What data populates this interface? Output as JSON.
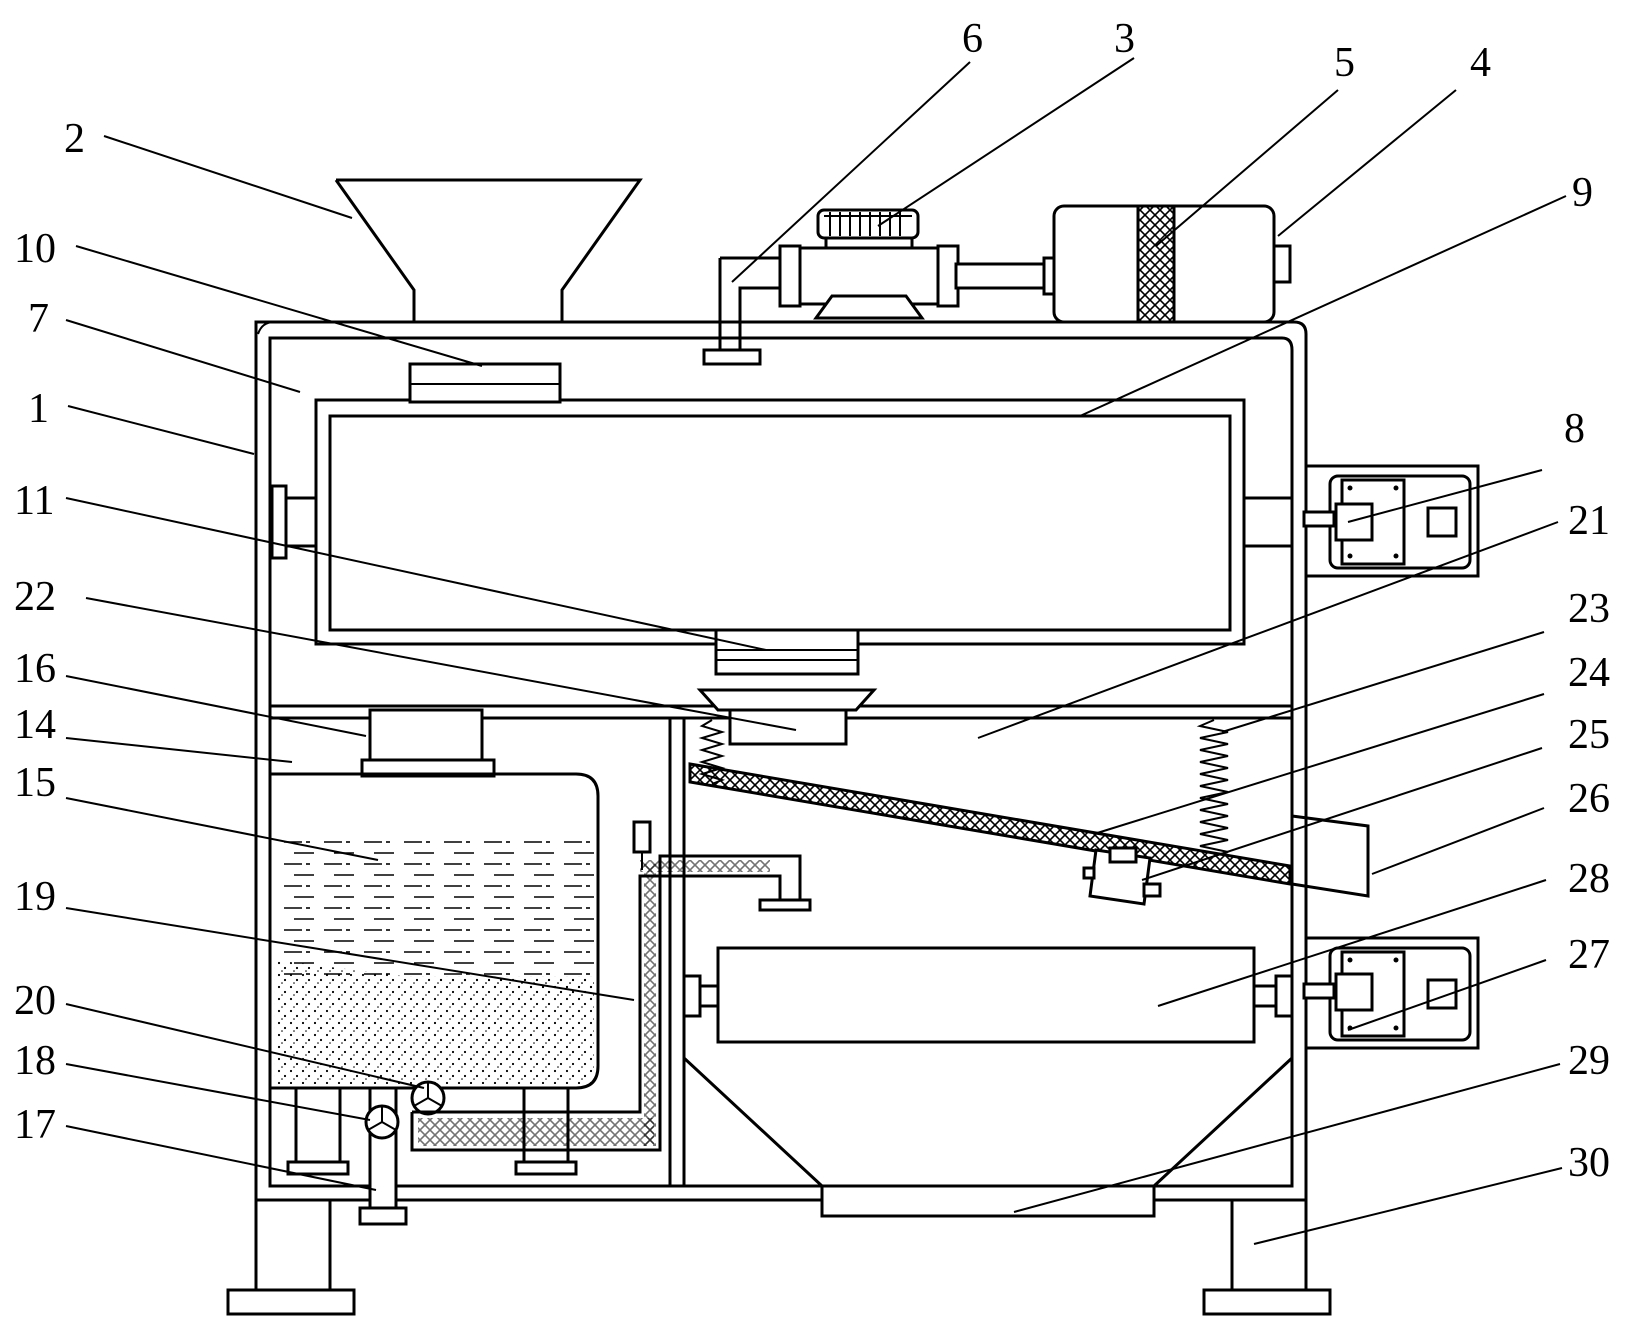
{
  "labels": [
    "1",
    "2",
    "3",
    "4",
    "5",
    "6",
    "7",
    "8",
    "9",
    "10",
    "11",
    "14",
    "15",
    "16",
    "17",
    "18",
    "19",
    "20",
    "21",
    "22",
    "23",
    "24",
    "25",
    "26",
    "27",
    "28",
    "29",
    "30"
  ],
  "colors": {
    "line": "#000000",
    "background": "#ffffff"
  }
}
